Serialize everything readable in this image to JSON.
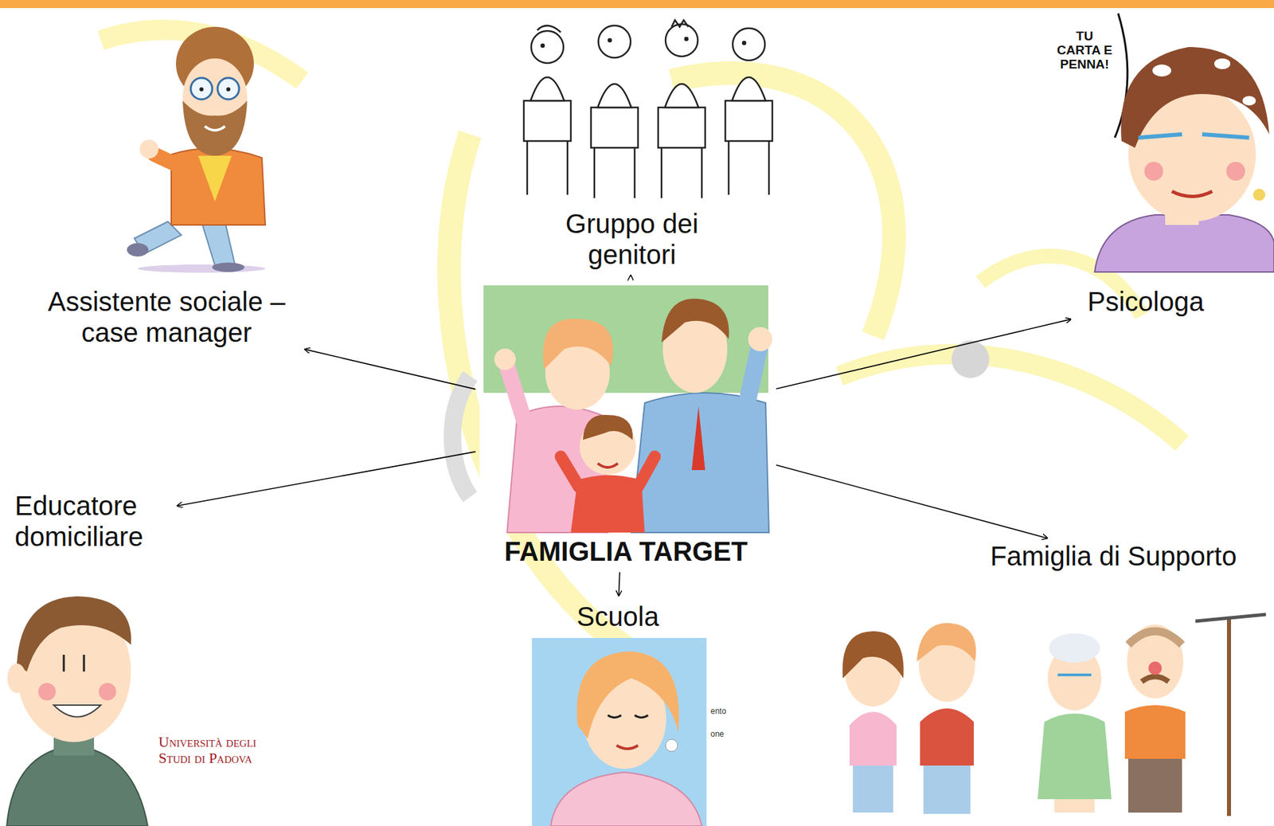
{
  "diagram": {
    "nodes": [
      {
        "text": [
          "Gruppo dei genitori"
        ]
      },
      {
        "text": [
          "Assistente sociale – case manager"
        ]
      },
      {
        "text": [
          "Psicologa"
        ]
      },
      {
        "text": [
          "FAMIGLIA TARGET"
        ]
      },
      {
        "text": [
          "Educatore domiciliare"
        ]
      },
      {
        "text": [
          "Famiglia di Supporto"
        ]
      },
      {
        "text": [
          "Scuola"
        ]
      }
    ],
    "edges": [
      {
        "from": 3,
        "to": 0,
        "arrow": "to"
      },
      {
        "from": 3,
        "to": 1,
        "arrow": "to"
      },
      {
        "from": 3,
        "to": 2,
        "arrow": "to"
      },
      {
        "from": 3,
        "to": 4,
        "arrow": "to"
      },
      {
        "from": 3,
        "to": 5,
        "arrow": "to"
      },
      {
        "from": 3,
        "to": 6,
        "arrow": "to"
      }
    ],
    "labels": [
      "TU CARTA E PENNA!",
      "Università degli Studi di Padova",
      "ento",
      "one"
    ]
  }
}
